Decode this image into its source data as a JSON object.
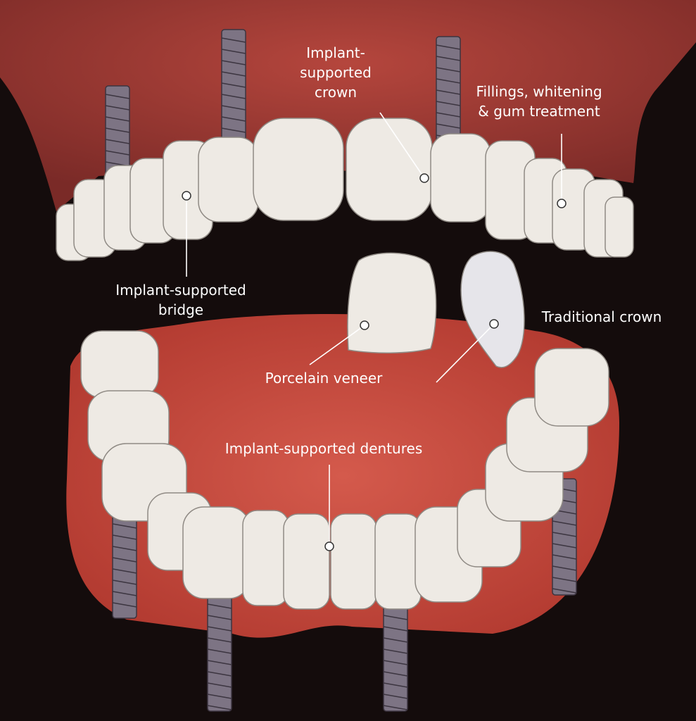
{
  "labels": {
    "crown": [
      "Implant-",
      "supported",
      "crown"
    ],
    "fillings": [
      "Fillings, whitening",
      "& gum treatment"
    ],
    "bridge": [
      "Implant-supported",
      "bridge"
    ],
    "traditional": "Traditional crown",
    "veneer": "Porcelain veneer",
    "dentures": "Implant-supported dentures"
  },
  "colors": {
    "background": "#140c0c",
    "upper_gum": "#9b3a34",
    "lower_gum": "#c8473b",
    "tooth": "#eeeae4",
    "implant": "#7d7484"
  }
}
